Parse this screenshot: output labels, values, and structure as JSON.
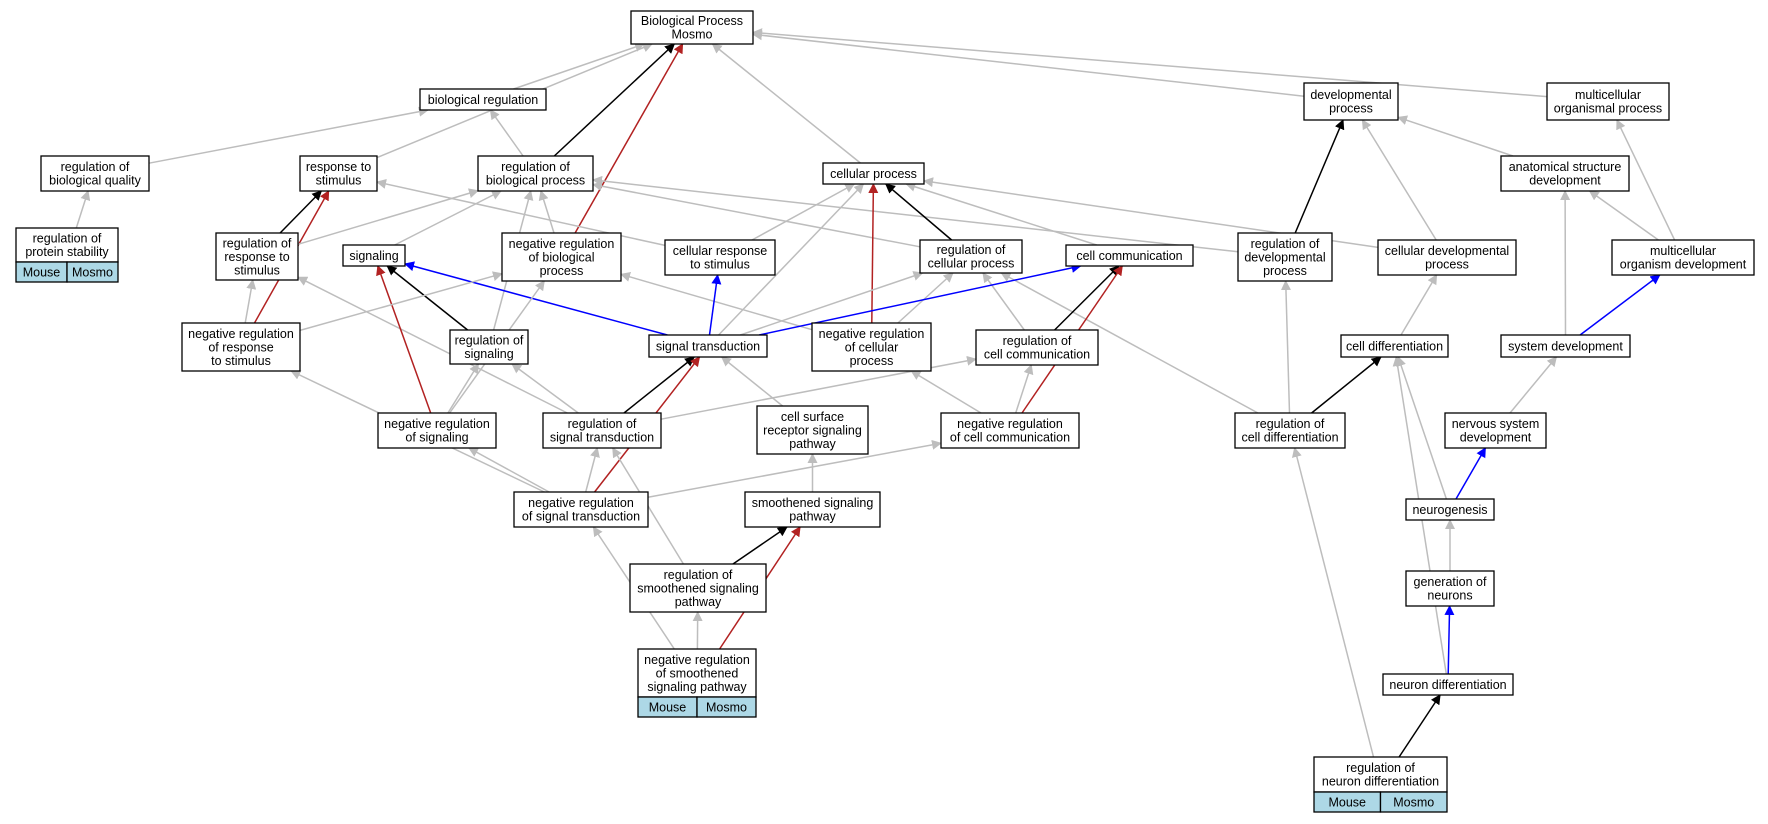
{
  "colors": {
    "gray": "#bdbdbd",
    "black": "#000000",
    "red": "#b22222",
    "blue": "#0000ff",
    "badge": "#add8e6"
  },
  "nodes": {
    "bp": {
      "lines": [
        "Biological Process",
        "Mosmo"
      ]
    },
    "bioreg": {
      "lines": [
        "biological regulation"
      ]
    },
    "devproc": {
      "lines": [
        "developmental",
        "process"
      ]
    },
    "multproc": {
      "lines": [
        "multicellular",
        "organismal process"
      ]
    },
    "regbioqual": {
      "lines": [
        "regulation of",
        "biological quality"
      ]
    },
    "respstim": {
      "lines": [
        "response to",
        "stimulus"
      ]
    },
    "regbioproc": {
      "lines": [
        "regulation of",
        "biological process"
      ]
    },
    "cellproc": {
      "lines": [
        "cellular process"
      ]
    },
    "anatdev": {
      "lines": [
        "anatomical structure",
        "development"
      ]
    },
    "regprotstab": {
      "lines": [
        "regulation of",
        "protein stability"
      ]
    },
    "regrespstim": {
      "lines": [
        "regulation of",
        "response to",
        "stimulus"
      ]
    },
    "signaling": {
      "lines": [
        "signaling"
      ]
    },
    "negregbio": {
      "lines": [
        "negative regulation",
        "of biological",
        "process"
      ]
    },
    "cellresp": {
      "lines": [
        "cellular response",
        "to stimulus"
      ]
    },
    "regcellproc": {
      "lines": [
        "regulation of",
        "cellular process"
      ]
    },
    "cellcomm": {
      "lines": [
        "cell communication"
      ]
    },
    "regdev": {
      "lines": [
        "regulation of",
        "developmental",
        "process"
      ]
    },
    "celldevproc": {
      "lines": [
        "cellular developmental",
        "process"
      ]
    },
    "multdev": {
      "lines": [
        "multicellular",
        "organism development"
      ]
    },
    "negregresp": {
      "lines": [
        "negative regulation",
        "of response",
        "to stimulus"
      ]
    },
    "regsig": {
      "lines": [
        "regulation of",
        "signaling"
      ]
    },
    "sigtrans": {
      "lines": [
        "signal transduction"
      ]
    },
    "negregcell": {
      "lines": [
        "negative regulation",
        "of cellular",
        "process"
      ]
    },
    "regcellcomm": {
      "lines": [
        "regulation of",
        "cell communication"
      ]
    },
    "celldiff": {
      "lines": [
        "cell differentiation"
      ]
    },
    "sysdev": {
      "lines": [
        "system development"
      ]
    },
    "negregsig": {
      "lines": [
        "negative regulation",
        "of signaling"
      ]
    },
    "regsigtrans": {
      "lines": [
        "regulation of",
        "signal transduction"
      ]
    },
    "csrsp": {
      "lines": [
        "cell surface",
        "receptor signaling",
        "pathway"
      ]
    },
    "negregcellcomm": {
      "lines": [
        "negative regulation",
        "of cell communication"
      ]
    },
    "regcelldiff": {
      "lines": [
        "regulation of",
        "cell differentiation"
      ]
    },
    "nsdev": {
      "lines": [
        "nervous system",
        "development"
      ]
    },
    "negregsigtrans": {
      "lines": [
        "negative regulation",
        "of signal transduction"
      ]
    },
    "smoothsig": {
      "lines": [
        "smoothened signaling",
        "pathway"
      ]
    },
    "neurogen": {
      "lines": [
        "neurogenesis"
      ]
    },
    "regsmooth": {
      "lines": [
        "regulation of",
        "smoothened signaling",
        "pathway"
      ]
    },
    "genneur": {
      "lines": [
        "generation of",
        "neurons"
      ]
    },
    "negregsmooth": {
      "lines": [
        "negative regulation",
        "of smoothened",
        "signaling pathway"
      ],
      "badges": [
        "Mouse",
        "Mosmo"
      ]
    },
    "neurdiff": {
      "lines": [
        "neuron differentiation"
      ]
    },
    "regneurdiff": {
      "lines": [
        "regulation of",
        "neuron differentiation"
      ],
      "badges": [
        "Mouse",
        "Mosmo"
      ]
    }
  },
  "extra_badges": {
    "regprotstab": [
      "Mouse",
      "Mosmo"
    ]
  },
  "edges": [
    {
      "from": "bioreg",
      "to": "bp",
      "color": "gray"
    },
    {
      "from": "devproc",
      "to": "bp",
      "color": "gray"
    },
    {
      "from": "multproc",
      "to": "bp",
      "color": "gray"
    },
    {
      "from": "respstim",
      "to": "bp",
      "color": "gray"
    },
    {
      "from": "regbioproc",
      "to": "bp",
      "color": "black"
    },
    {
      "from": "negregbio",
      "to": "bp",
      "color": "red"
    },
    {
      "from": "cellproc",
      "to": "bp",
      "color": "gray"
    },
    {
      "from": "regbioqual",
      "to": "bioreg",
      "color": "gray"
    },
    {
      "from": "regbioproc",
      "to": "bioreg",
      "color": "gray"
    },
    {
      "from": "regdev",
      "to": "devproc",
      "color": "black"
    },
    {
      "from": "anatdev",
      "to": "devproc",
      "color": "gray"
    },
    {
      "from": "celldevproc",
      "to": "devproc",
      "color": "gray"
    },
    {
      "from": "multdev",
      "to": "multproc",
      "color": "gray"
    },
    {
      "from": "multdev",
      "to": "anatdev",
      "color": "gray"
    },
    {
      "from": "sysdev",
      "to": "anatdev",
      "color": "gray"
    },
    {
      "from": "regprotstab",
      "to": "regbioqual",
      "color": "gray"
    },
    {
      "from": "regrespstim",
      "to": "respstim",
      "color": "black"
    },
    {
      "from": "negregresp",
      "to": "respstim",
      "color": "red"
    },
    {
      "from": "cellresp",
      "to": "respstim",
      "color": "gray"
    },
    {
      "from": "signaling",
      "to": "regbioproc",
      "color": "gray"
    },
    {
      "from": "negregbio",
      "to": "regbioproc",
      "color": "gray"
    },
    {
      "from": "regsig",
      "to": "regbioproc",
      "color": "gray"
    },
    {
      "from": "regrespstim",
      "to": "regbioproc",
      "color": "gray"
    },
    {
      "from": "regcellproc",
      "to": "regbioproc",
      "color": "gray"
    },
    {
      "from": "regdev",
      "to": "regbioproc",
      "color": "gray"
    },
    {
      "from": "regcellproc",
      "to": "cellproc",
      "color": "black"
    },
    {
      "from": "negregcell",
      "to": "cellproc",
      "color": "red"
    },
    {
      "from": "cellresp",
      "to": "cellproc",
      "color": "gray"
    },
    {
      "from": "sigtrans",
      "to": "cellproc",
      "color": "gray"
    },
    {
      "from": "cellcomm",
      "to": "cellproc",
      "color": "gray"
    },
    {
      "from": "celldevproc",
      "to": "cellproc",
      "color": "gray"
    },
    {
      "from": "negregresp",
      "to": "regrespstim",
      "color": "gray"
    },
    {
      "from": "regsigtrans",
      "to": "regrespstim",
      "color": "gray"
    },
    {
      "from": "regsig",
      "to": "signaling",
      "color": "black"
    },
    {
      "from": "negregsig",
      "to": "signaling",
      "color": "red"
    },
    {
      "from": "sigtrans",
      "to": "signaling",
      "color": "blue"
    },
    {
      "from": "negregresp",
      "to": "negregbio",
      "color": "gray"
    },
    {
      "from": "negregsig",
      "to": "negregbio",
      "color": "gray"
    },
    {
      "from": "negregcell",
      "to": "negregbio",
      "color": "gray"
    },
    {
      "from": "sigtrans",
      "to": "cellresp",
      "color": "blue"
    },
    {
      "from": "negregcell",
      "to": "regcellproc",
      "color": "gray"
    },
    {
      "from": "regcellcomm",
      "to": "regcellproc",
      "color": "gray"
    },
    {
      "from": "sigtrans",
      "to": "regcellproc",
      "color": "gray"
    },
    {
      "from": "regcelldiff",
      "to": "regcellproc",
      "color": "gray"
    },
    {
      "from": "regcellcomm",
      "to": "cellcomm",
      "color": "black"
    },
    {
      "from": "negregcellcomm",
      "to": "cellcomm",
      "color": "red"
    },
    {
      "from": "sigtrans",
      "to": "cellcomm",
      "color": "blue"
    },
    {
      "from": "regcelldiff",
      "to": "regdev",
      "color": "gray"
    },
    {
      "from": "celldiff",
      "to": "celldevproc",
      "color": "gray"
    },
    {
      "from": "sysdev",
      "to": "multdev",
      "color": "blue"
    },
    {
      "from": "negregsig",
      "to": "regsig",
      "color": "gray"
    },
    {
      "from": "regsigtrans",
      "to": "regsig",
      "color": "gray"
    },
    {
      "from": "regsigtrans",
      "to": "sigtrans",
      "color": "black"
    },
    {
      "from": "negregsigtrans",
      "to": "sigtrans",
      "color": "red"
    },
    {
      "from": "csrsp",
      "to": "sigtrans",
      "color": "gray"
    },
    {
      "from": "negregcellcomm",
      "to": "negregcell",
      "color": "gray"
    },
    {
      "from": "negregcellcomm",
      "to": "regcellcomm",
      "color": "gray"
    },
    {
      "from": "regsigtrans",
      "to": "regcellcomm",
      "color": "gray"
    },
    {
      "from": "regcelldiff",
      "to": "celldiff",
      "color": "black"
    },
    {
      "from": "neurogen",
      "to": "celldiff",
      "color": "gray"
    },
    {
      "from": "neurdiff",
      "to": "celldiff",
      "color": "gray"
    },
    {
      "from": "nsdev",
      "to": "sysdev",
      "color": "gray"
    },
    {
      "from": "negregsigtrans",
      "to": "negregsig",
      "color": "gray"
    },
    {
      "from": "negregsigtrans",
      "to": "regsigtrans",
      "color": "gray"
    },
    {
      "from": "regsmooth",
      "to": "regsigtrans",
      "color": "gray"
    },
    {
      "from": "negregsigtrans",
      "to": "negregcellcomm",
      "color": "gray"
    },
    {
      "from": "negregsigtrans",
      "to": "negregresp",
      "color": "gray"
    },
    {
      "from": "regneurdiff",
      "to": "regcelldiff",
      "color": "gray"
    },
    {
      "from": "neurogen",
      "to": "nsdev",
      "color": "blue"
    },
    {
      "from": "negregsmooth",
      "to": "negregsigtrans",
      "color": "gray"
    },
    {
      "from": "regsmooth",
      "to": "smoothsig",
      "color": "black"
    },
    {
      "from": "negregsmooth",
      "to": "smoothsig",
      "color": "red"
    },
    {
      "from": "smoothsig",
      "to": "csrsp",
      "color": "gray"
    },
    {
      "from": "genneur",
      "to": "neurogen",
      "color": "gray"
    },
    {
      "from": "negregsmooth",
      "to": "regsmooth",
      "color": "gray"
    },
    {
      "from": "neurdiff",
      "to": "genneur",
      "color": "blue"
    },
    {
      "from": "regneurdiff",
      "to": "neurdiff",
      "color": "black"
    }
  ]
}
